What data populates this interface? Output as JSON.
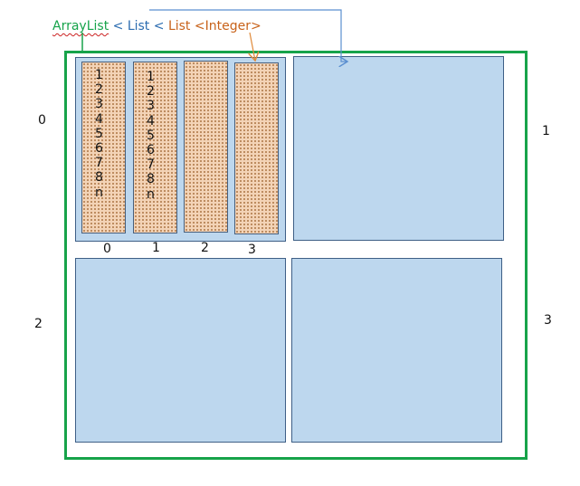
{
  "title": {
    "outer": "ArrayList",
    "sep1": "<",
    "middle": "List",
    "sep2": "<",
    "inner": "List <Integer>"
  },
  "row_labels": {
    "left_top": "0",
    "right_top": "1",
    "left_bottom": "2",
    "right_bottom": "3"
  },
  "columns": [
    {
      "index": "0",
      "items": [
        "1",
        "2",
        "3",
        "4",
        "5",
        "6",
        "7",
        "8",
        "n"
      ]
    },
    {
      "index": "1",
      "items": [
        "1",
        "2",
        "3",
        "4",
        "5",
        "6",
        "7",
        "8",
        "n"
      ]
    },
    {
      "index": "2",
      "items": []
    },
    {
      "index": "3",
      "items": []
    }
  ],
  "colors": {
    "outer_border": "#17a34a",
    "cell_fill": "#bdd7ee",
    "column_fill": "#f3d3b6",
    "arrow_blue": "#5b8fd0",
    "arrow_orange": "#e08a3a"
  }
}
